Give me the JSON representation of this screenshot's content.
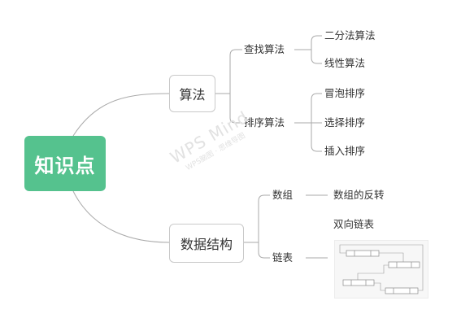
{
  "root": {
    "label": "知识点"
  },
  "branches": [
    {
      "label": "算法",
      "children": [
        {
          "label": "查找算法",
          "children": [
            "二分法算法",
            "线性算法"
          ]
        },
        {
          "label": "排序算法",
          "children": [
            "冒泡排序",
            "选择排序",
            "插入排序"
          ]
        }
      ]
    },
    {
      "label": "数据结构",
      "children": [
        {
          "label": "数组",
          "children": [
            "数组的反转"
          ]
        },
        {
          "label": "链表",
          "children": [
            "双向链表"
          ]
        }
      ]
    }
  ],
  "watermark": {
    "main": "WPS Mind",
    "sub": "WPS脑图 · 思维导图"
  },
  "colors": {
    "root_fill": "#55c28e",
    "line": "#aaaaaa",
    "box_border": "#c9c9c9",
    "watermark": "#e2e2e2"
  },
  "icons": {
    "linked_list_image": "linked-list-diagram-image"
  }
}
